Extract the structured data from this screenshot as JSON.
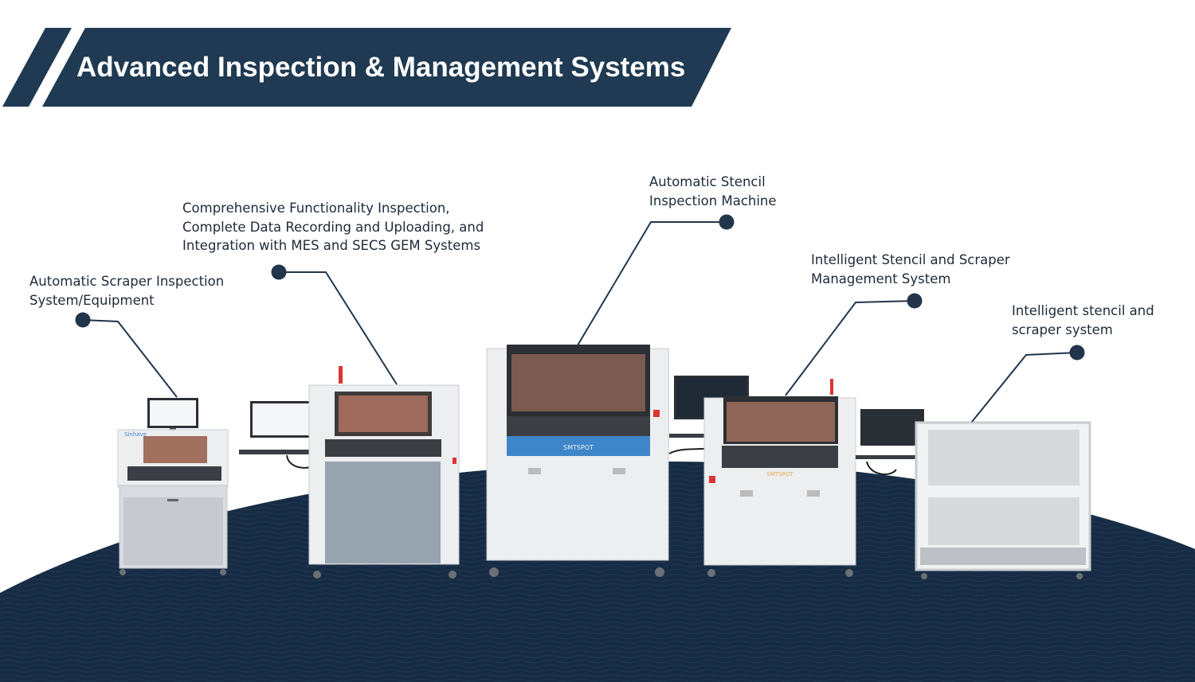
{
  "banner": {
    "title": "Advanced Inspection & Management Systems"
  },
  "colors": {
    "navy": "#1f3a52",
    "dark_navy": "#172c44",
    "callout_line": "#22354b",
    "machine_white": "#ecedef",
    "machine_gray": "#97a4b0",
    "accent_blue": "#3f86c9"
  },
  "callouts": [
    {
      "id": "scraper-inspection",
      "lines": [
        "Automatic Scraper Inspection",
        "System/Equipment"
      ]
    },
    {
      "id": "functionality-inspection",
      "lines": [
        "Comprehensive Functionality Inspection,",
        "Complete Data Recording and Uploading, and",
        "Integration with MES and SECS GEM Systems"
      ]
    },
    {
      "id": "stencil-inspection",
      "lines": [
        "Automatic Stencil",
        "Inspection Machine"
      ]
    },
    {
      "id": "stencil-scraper-management",
      "lines": [
        "Intelligent Stencil and Scraper",
        "Management System"
      ]
    },
    {
      "id": "stencil-scraper-system",
      "lines": [
        "Intelligent stencil and",
        "scraper system"
      ]
    }
  ],
  "machines": {
    "brand_small": "Sinhave",
    "brand_large": "SMTSPOT",
    "brand_mid": "SMTSPOT"
  }
}
